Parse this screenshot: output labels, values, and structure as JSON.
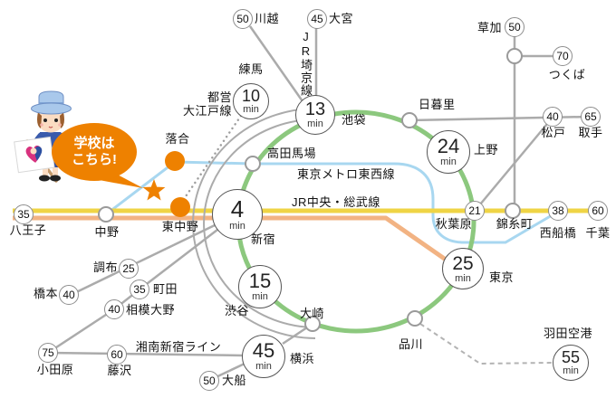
{
  "colors": {
    "yamanote_green": "#8CC87E",
    "chuo_sobu_yellow": "#EFD445",
    "chuo_rapid_orange": "#F2B383",
    "tozai_blue": "#A8D7F0",
    "line_gray": "#ABABAB",
    "accent_orange": "#EE8100"
  },
  "bubble": {
    "line1": "学校は",
    "line2": "こちら!"
  },
  "unit": "min",
  "lines": {
    "saikyo": "JR埼京線",
    "oedo_line1": "都営",
    "oedo_line2": "大江戸線",
    "tozai": "東京メトロ東西線",
    "chuo_sobu": "JR中央・総武線",
    "shonan_shinjuku": "湘南新宿ライン"
  },
  "stations": {
    "kawagoe": "川越",
    "omiya": "大宮",
    "soka": "草加",
    "tsukuba": "つくば",
    "nippori": "日暮里",
    "matsudo": "松戸",
    "toride": "取手",
    "nerima": "練馬",
    "ikebukuro": "池袋",
    "ueno": "上野",
    "ochiai": "落合",
    "takadanobaba": "高田馬場",
    "shinjuku": "新宿",
    "higashinakano": "東中野",
    "nakano": "中野",
    "hachioji": "八王子",
    "akihabara": "秋葉原",
    "kinshicho": "錦糸町",
    "nishifunabashi": "西船橋",
    "chiba": "千葉",
    "tokyo": "東京",
    "shibuya": "渋谷",
    "osaki": "大崎",
    "shinagawa": "品川",
    "yokohama": "横浜",
    "ofuna": "大船",
    "fujisawa": "藤沢",
    "odawara": "小田原",
    "sagamiono": "相模大野",
    "machida": "町田",
    "chofu": "調布",
    "hashimoto": "橋本",
    "haneda": "羽田空港"
  },
  "times": {
    "nerima": "10",
    "ikebukuro": "13",
    "shinjuku": "4",
    "ueno": "24",
    "tokyo": "25",
    "shibuya": "15",
    "yokohama": "45",
    "haneda": "55"
  },
  "badges": {
    "kawagoe": "50",
    "omiya": "45",
    "soka": "50",
    "tsukuba": "70",
    "matsudo": "40",
    "toride": "65",
    "hachioji": "35",
    "chofu": "25",
    "hashimoto": "40",
    "machida": "35",
    "sagamiono": "40",
    "odawara": "75",
    "fujisawa": "60",
    "ofuna": "50",
    "akihabara": "21",
    "nishifunabashi": "38",
    "chiba": "60"
  }
}
